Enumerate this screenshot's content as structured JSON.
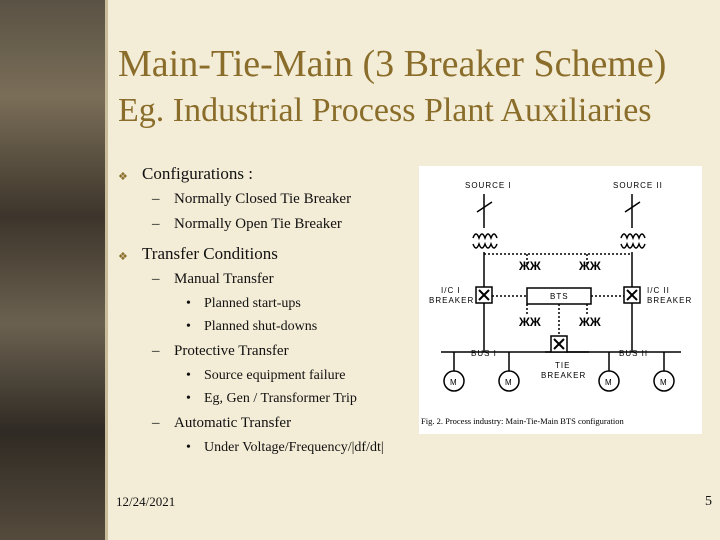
{
  "title": {
    "line1": "Main-Tie-Main (3 Breaker Scheme)",
    "line2": "Eg. Industrial Process Plant Auxiliaries"
  },
  "bullets": [
    {
      "text": "Configurations :",
      "subs": [
        {
          "text": "Normally Closed Tie Breaker",
          "items": []
        },
        {
          "text": "Normally Open Tie Breaker",
          "items": []
        }
      ]
    },
    {
      "text": "Transfer Conditions",
      "subs": [
        {
          "text": "Manual Transfer",
          "items": [
            "Planned start-ups",
            "Planned shut-downs"
          ]
        },
        {
          "text": "Protective Transfer",
          "items": [
            "Source equipment failure",
            "Eg, Gen / Transformer Trip"
          ]
        },
        {
          "text": "Automatic Transfer",
          "items": [
            "Under Voltage/Frequency/|df/dt|"
          ]
        }
      ]
    }
  ],
  "diagram": {
    "source1": "SOURCE I",
    "source2": "SOURCE II",
    "ic1": [
      "I/C I",
      "BREAKER"
    ],
    "ic2": [
      "I/C II",
      "BREAKER"
    ],
    "bts": "BTS",
    "bus1": "BUS I",
    "bus2": "BUS II",
    "tie": [
      "TIE",
      "BREAKER"
    ],
    "motor": "M",
    "caption": "Fig. 2.  Process industry: Main-Tie-Main BTS configuration"
  },
  "footer": {
    "date": "12/24/2021",
    "page": "5"
  },
  "colors": {
    "title": "#8a6d2a",
    "background": "#f3ecd6",
    "bullet": "#8a6d2a"
  },
  "icons": [
    "diamond-bullet-icon",
    "breaker-x-icon",
    "transformer-coil-icon",
    "motor-circle-icon"
  ]
}
